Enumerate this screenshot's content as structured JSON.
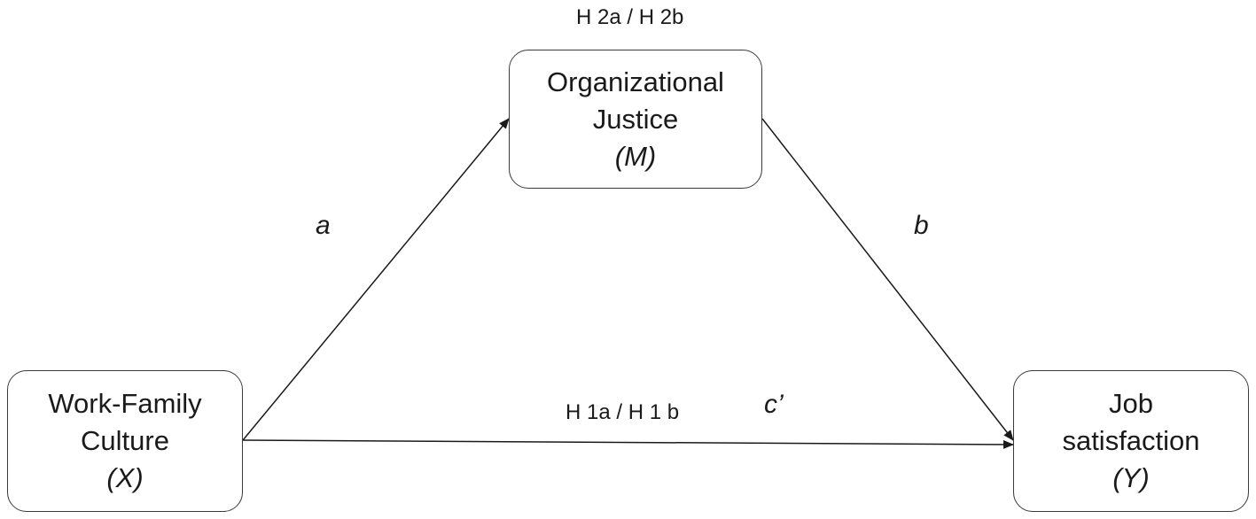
{
  "nodes": {
    "x": {
      "line1": "Work-Family",
      "line2": "Culture",
      "var": "(X)"
    },
    "m": {
      "line1": "Organizational",
      "line2": "Justice",
      "var": "(M)"
    },
    "y": {
      "line1": "Job",
      "line2": "satisfaction",
      "var": "(Y)"
    }
  },
  "hypotheses": {
    "top": "H 2a / H 2b",
    "bottom": "H 1a / H 1 b"
  },
  "paths": {
    "a": "a",
    "b": "b",
    "c": "c’"
  },
  "colors": {
    "stroke": "#3a3a3a",
    "text": "#1a1a1a",
    "background": "#ffffff"
  }
}
